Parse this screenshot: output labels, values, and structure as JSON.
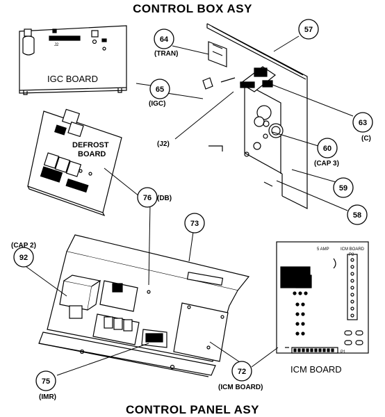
{
  "titles": {
    "top": "CONTROL BOX ASY",
    "bottom": "CONTROL PANEL ASY"
  },
  "boards": {
    "igc": {
      "caption": "IGC BOARD",
      "connector": "J2"
    },
    "defrost": {
      "caption_line1": "DEFROST",
      "caption_line2": "BOARD"
    },
    "icm": {
      "caption": "ICM BOARD",
      "header": "ICM BOARD",
      "fuse_label": "5 AMP",
      "connector_p1": "P1",
      "connector_p2": "P2"
    }
  },
  "callouts": [
    {
      "num": "57",
      "label": ""
    },
    {
      "num": "63",
      "label": "(C)"
    },
    {
      "num": "64",
      "label": "(TRAN)"
    },
    {
      "num": "65",
      "label": "(IGC)"
    },
    {
      "num": "60",
      "label": "(CAP 3)"
    },
    {
      "num": "59",
      "label": ""
    },
    {
      "num": "58",
      "label": ""
    },
    {
      "num": "76",
      "label": "(DB)"
    },
    {
      "num": "73",
      "label": ""
    },
    {
      "num": "92",
      "label": "(CAP 2)"
    },
    {
      "num": "72",
      "label": "(ICM BOARD)"
    },
    {
      "num": "75",
      "label": "(IMR)"
    }
  ],
  "extra_labels": {
    "j2": "(J2)"
  }
}
